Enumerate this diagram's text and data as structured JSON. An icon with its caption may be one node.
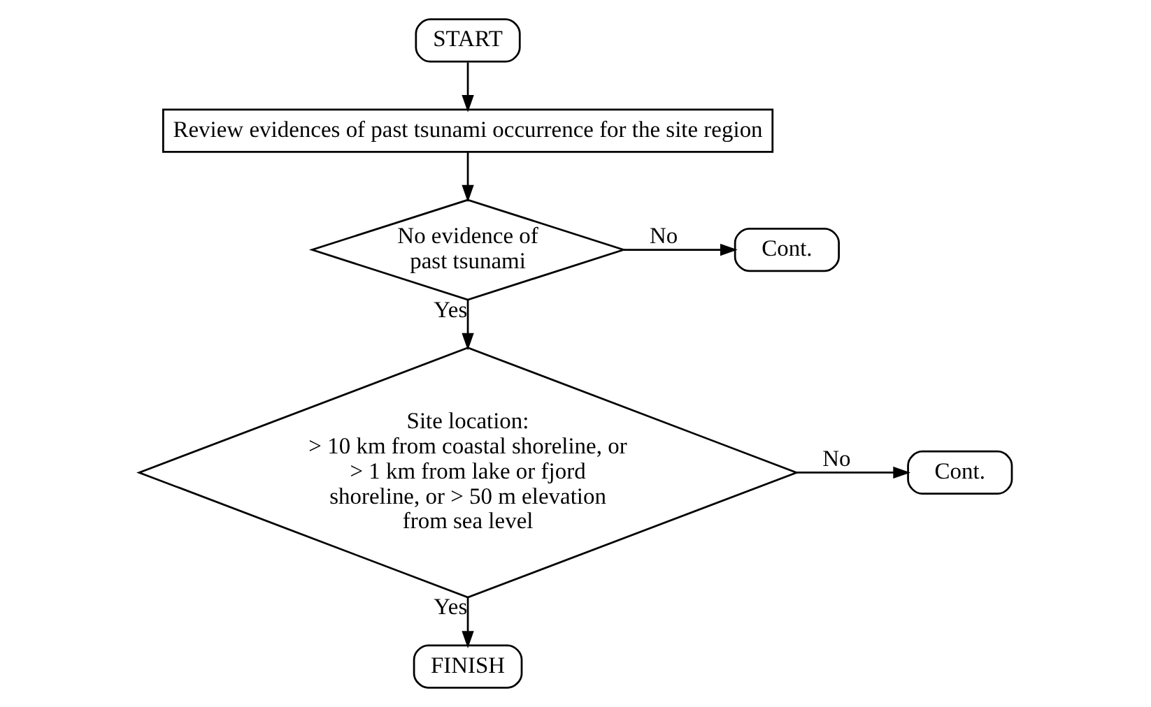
{
  "diagram": {
    "nodes": [
      {
        "text": [
          "START"
        ]
      },
      {
        "text": [
          "Review evidences of past tsunami occurrence for the site region"
        ]
      },
      {
        "text": [
          "No evidence of past tsunami"
        ]
      },
      {
        "text": [
          "Cont."
        ]
      },
      {
        "text": [
          "Site location:",
          "> 10 km from coastal shoreline, or > 1 km from lake or fjord shoreline, or > 50 m elevation from sea level"
        ]
      },
      {
        "text": [
          "Cont."
        ]
      },
      {
        "text": [
          "FINISH"
        ]
      }
    ],
    "edges": [
      {
        "from": 0,
        "to": 1,
        "arrow": "to"
      },
      {
        "from": 1,
        "to": 2,
        "arrow": "to"
      },
      {
        "from": 2,
        "to": 3,
        "label": "No",
        "arrow": "to"
      },
      {
        "from": 2,
        "to": 4,
        "label": "Yes",
        "arrow": "to"
      },
      {
        "from": 4,
        "to": 5,
        "label": "No",
        "arrow": "to"
      },
      {
        "from": 4,
        "to": 6,
        "label": "Yes",
        "arrow": "to"
      }
    ]
  }
}
